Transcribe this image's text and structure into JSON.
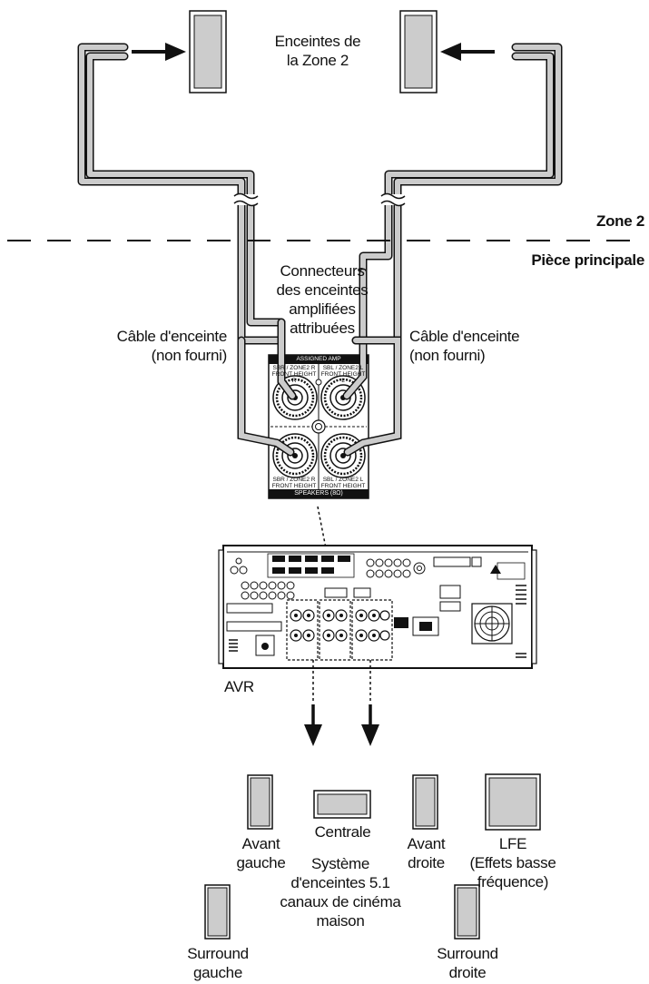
{
  "labels": {
    "zone2_speakers": [
      "Enceintes de",
      "la Zone 2"
    ],
    "zone2": "Zone 2",
    "main_room": "Pièce principale",
    "connectors": [
      "Connecteurs",
      "des enceintes",
      "amplifiées",
      "attribuées"
    ],
    "cable_left": [
      "Câble d'enceinte",
      "(non fourni)"
    ],
    "cable_right": [
      "Câble d'enceinte",
      "(non fourni)"
    ],
    "avr": "AVR",
    "front_left": [
      "Avant",
      "gauche"
    ],
    "center": "Centrale",
    "front_right": [
      "Avant",
      "droite"
    ],
    "lfe": [
      "LFE",
      "(Effets basse",
      "fréquence)"
    ],
    "system": [
      "Système",
      "d'enceintes 5.1",
      "canaux de cinéma",
      "maison"
    ],
    "surround_left": [
      "Surround",
      "gauche"
    ],
    "surround_right": [
      "Surround",
      "droite"
    ]
  },
  "panel": {
    "header": "ASSIGNED AMP",
    "top_left": [
      "SBR / ZONE2 R",
      "FRONT HEIGHT R"
    ],
    "top_right": [
      "SBL / ZONE2 L",
      "FRONT HEIGHT L"
    ],
    "bottom_left": [
      "SBR / ZONE2 R",
      "FRONT HEIGHT R"
    ],
    "bottom_right": [
      "SBL / ZONE2 L",
      "FRONT HEIGHT L"
    ],
    "footer": "SPEAKERS (8Ω)"
  }
}
